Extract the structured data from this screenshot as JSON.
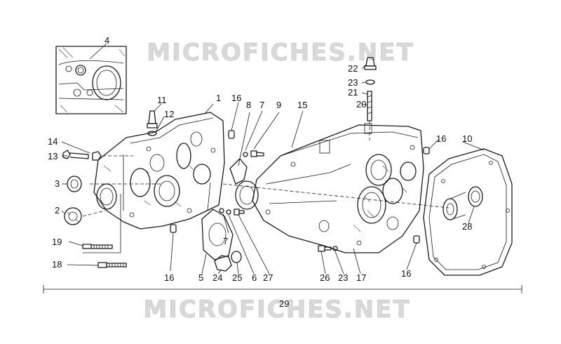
{
  "watermark": {
    "top": "MICROFICHES.NET",
    "bottom": "MICROFICHES.NET"
  },
  "callouts": {
    "c1": "1",
    "c2": "2",
    "c3": "3",
    "c4": "4",
    "c5": "5",
    "c6": "6",
    "c7a": "7",
    "c7b": "7",
    "c8": "8",
    "c9": "9",
    "c10": "10",
    "c11": "11",
    "c12": "12",
    "c13": "13",
    "c14": "14",
    "c15": "15",
    "c16a": "16",
    "c16b": "16",
    "c16c": "16",
    "c16d": "16",
    "c17": "17",
    "c18": "18",
    "c19": "19",
    "c20": "20",
    "c21": "21",
    "c22": "22",
    "c23a": "23",
    "c23b": "23",
    "c24": "24",
    "c25": "25",
    "c26": "26",
    "c27": "27",
    "c28": "28",
    "c29": "29"
  },
  "colors": {
    "ink": "#1a1a1a",
    "watermark_fill": "#d9d9d9",
    "background": "#ffffff"
  }
}
